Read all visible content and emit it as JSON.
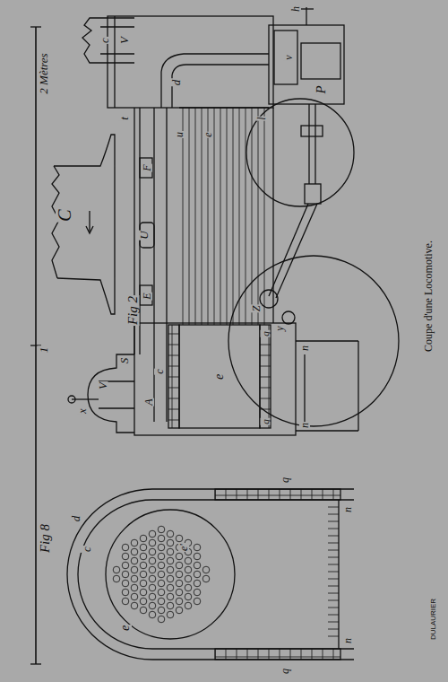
{
  "diagram": {
    "caption": "Coupe d'une Locomotive.",
    "labels": [
      "2 Mètres",
      "1",
      "Fig 2",
      "Fig 8",
      "C",
      "c",
      "V",
      "t",
      "d",
      "u",
      "e",
      "l",
      "h",
      "v",
      "P",
      "F",
      "U",
      "E",
      "S",
      "V",
      "A",
      "x",
      "Z",
      "y",
      "c",
      "e",
      "q",
      "q",
      "n",
      "n",
      "d",
      "c",
      "e",
      "e'",
      "q",
      "q",
      "n",
      "n",
      "DULAURIER"
    ]
  }
}
